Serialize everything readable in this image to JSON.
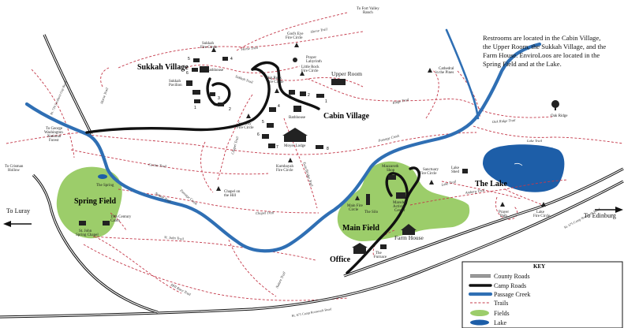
{
  "note": {
    "lines": [
      "Restrooms are located in the Cabin Village,",
      "the Upper Room, the Sukkah Village, and the",
      "Farm House.  EnviroLoos are located in the",
      "Spring Field and at the Lake."
    ]
  },
  "areas": {
    "sukkah_village": "Sukkah Village",
    "cabin_village": "Cabin Village",
    "spring_field": "Spring Field",
    "main_field": "Main Field",
    "the_lake": "The Lake",
    "office": "Office",
    "upper_room": "Upper Room",
    "farm_house": "Farm House"
  },
  "places": {
    "bathhouse_sukkah": "Bathhouse",
    "sukkah_pavilion": [
      "Sukkah",
      "Pavilion"
    ],
    "sukkah_fire": [
      "Sukkah",
      "Fire Circle"
    ],
    "gods_eye": [
      "God's Eye",
      "Fire Circle"
    ],
    "prayer_labyrinth": [
      "Prayer",
      "Labyrinth"
    ],
    "little_rock": [
      "Little Rock",
      "Fire Circle"
    ],
    "big_rock": [
      "Big Rock",
      "Fire Circle"
    ],
    "bathhouse_cabin": "Bathhouse",
    "moyer_lodge": "Moyer Lodge",
    "serenity": [
      "Serenity",
      "Fire Circle"
    ],
    "kumbayah": [
      "Kumbayah",
      "Fire Circle"
    ],
    "chapel_hill": [
      "Chapel on",
      "the Hill"
    ],
    "the_spring": "The Spring",
    "st_john": [
      "St. John",
      "Spring Chapel"
    ],
    "cabin_19c": [
      "19th Century",
      "Cabin"
    ],
    "main_fire": [
      "Main Fire",
      "Circle"
    ],
    "the_silo": "The Silo",
    "mazzaroth": [
      "Mazzaroth",
      "Shop"
    ],
    "marsden": [
      "Marsden",
      "Activity",
      "Center"
    ],
    "sanctuary": [
      "Sanctuary",
      "Fire Circle"
    ],
    "the_furnace": [
      "The",
      "Furnace"
    ],
    "lake_shed": [
      "Lake",
      "Shed"
    ],
    "lake_fire": [
      "Lake",
      "Fire Circle"
    ],
    "prayer_path": [
      "Prayer",
      "Path"
    ],
    "cathedral": [
      "Cathedral",
      "in the Pines"
    ],
    "oak_ridge": "Oak Ridge"
  },
  "trails": {
    "horse_trail_1": "Horse Trail",
    "horse_trail_2": "Horse Trail",
    "horse_trail_3": "Horse Trail",
    "sukkah_trail": "Sukkah Trail",
    "ridge_trail": "Ridge Trail",
    "oak_ridge_trail": "Oak Ridge Trail",
    "lake_trail_1": "Lake Trail",
    "lake_trail_2": "Lake Trail",
    "amberg_trail": "Amberg Trail",
    "passage_creek": "Passage Creek",
    "cactus_trail": "Cactus Trail",
    "passage_creek_2": "Passage Creek",
    "nature_trail_1": "Nature Trail",
    "chapel_trail_1": "Chapel Trail",
    "chapel_trail_2": "Chapel Trail",
    "twin_bridge": "Twin Bridge Trail",
    "st_john_trail": "St. John Trail",
    "mill_race": "Mill Race Trail",
    "nature_trail_2": "Nature Trail"
  },
  "roads": {
    "rt_726": "Rt. 726 Scothorn Gap Road",
    "rt_675_right": "Rt. 675 Camp Roosevelt Road",
    "rt_675_bottom": "Rt. 675 Camp Roosevelt Road"
  },
  "destinations": {
    "fort_valley": [
      "To Fort Valley",
      "Ranch"
    ],
    "gw_forest": [
      "To George",
      "Washington",
      "National",
      "Forest"
    ],
    "crisman": [
      "To Crisman",
      "Hollow"
    ],
    "luray": "To Luray",
    "edinburg": "To Edinburg"
  },
  "cabin_numbers": [
    "1",
    "2",
    "3",
    "4",
    "5",
    "6",
    "1",
    "2",
    "3",
    "4",
    "5",
    "6",
    "7",
    "8"
  ],
  "key": {
    "title": "KEY",
    "items": [
      {
        "label": "County Roads"
      },
      {
        "label": "Camp Roads"
      },
      {
        "label": "Passage Creek"
      },
      {
        "label": "Trails"
      },
      {
        "label": "Fields"
      },
      {
        "label": "Lake"
      }
    ]
  },
  "colors": {
    "trail": "#c4394a",
    "creek": "#2f6fb4",
    "field": "#9ccd6a",
    "lake": "#1d5ea8",
    "road": "#111111"
  }
}
